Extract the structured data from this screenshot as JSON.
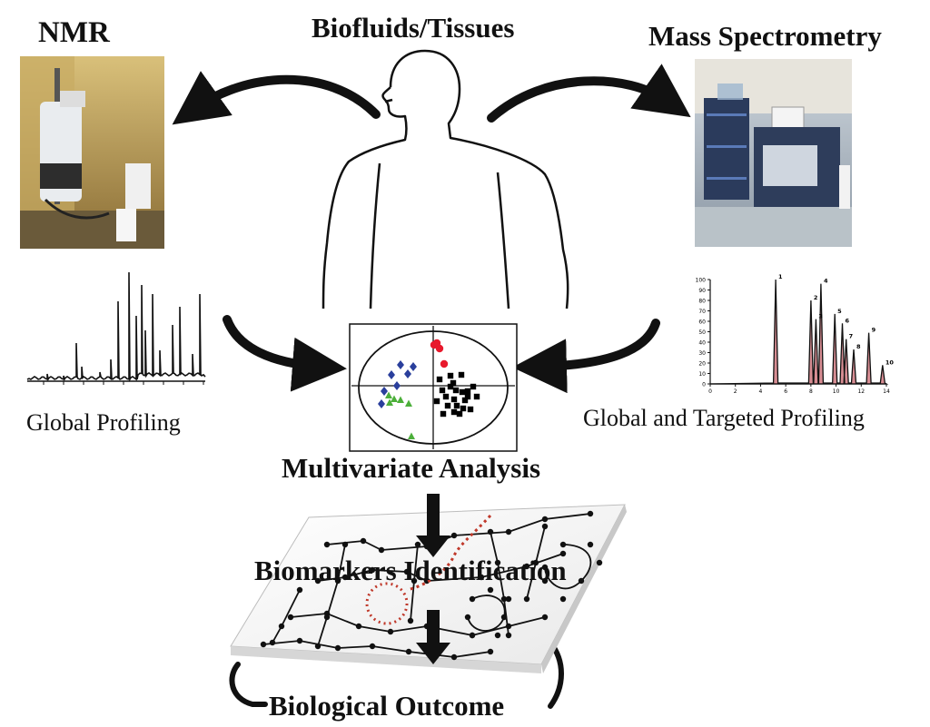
{
  "labels": {
    "nmr": "NMR",
    "biofluids": "Biofluids/Tissues",
    "mass_spec": "Mass Spectrometry",
    "global_profiling": "Global Profiling",
    "global_targeted": "Global and Targeted Profiling",
    "multivariate": "Multivariate Analysis",
    "biomarkers": "Biomarkers Identification",
    "outcome": "Biological Outcome"
  },
  "ms_spectrum": {
    "y_ticks": [
      "100",
      "90",
      "80",
      "70",
      "60",
      "50",
      "40",
      "30",
      "20",
      "10",
      "0"
    ],
    "x_ticks": [
      "0",
      "2",
      "4",
      "6",
      "8",
      "10",
      "12",
      "14"
    ],
    "peak_labels": [
      "1",
      "2",
      "3",
      "4",
      "5",
      "6",
      "7",
      "8",
      "9",
      "10"
    ]
  },
  "colors": {
    "red_cluster": "#e8192c",
    "blue_cluster": "#2a3f9c",
    "green_cluster": "#4caf3a",
    "black_cluster": "#000000",
    "pathway_highlight": "#c0392b",
    "arrow": "#111111"
  }
}
